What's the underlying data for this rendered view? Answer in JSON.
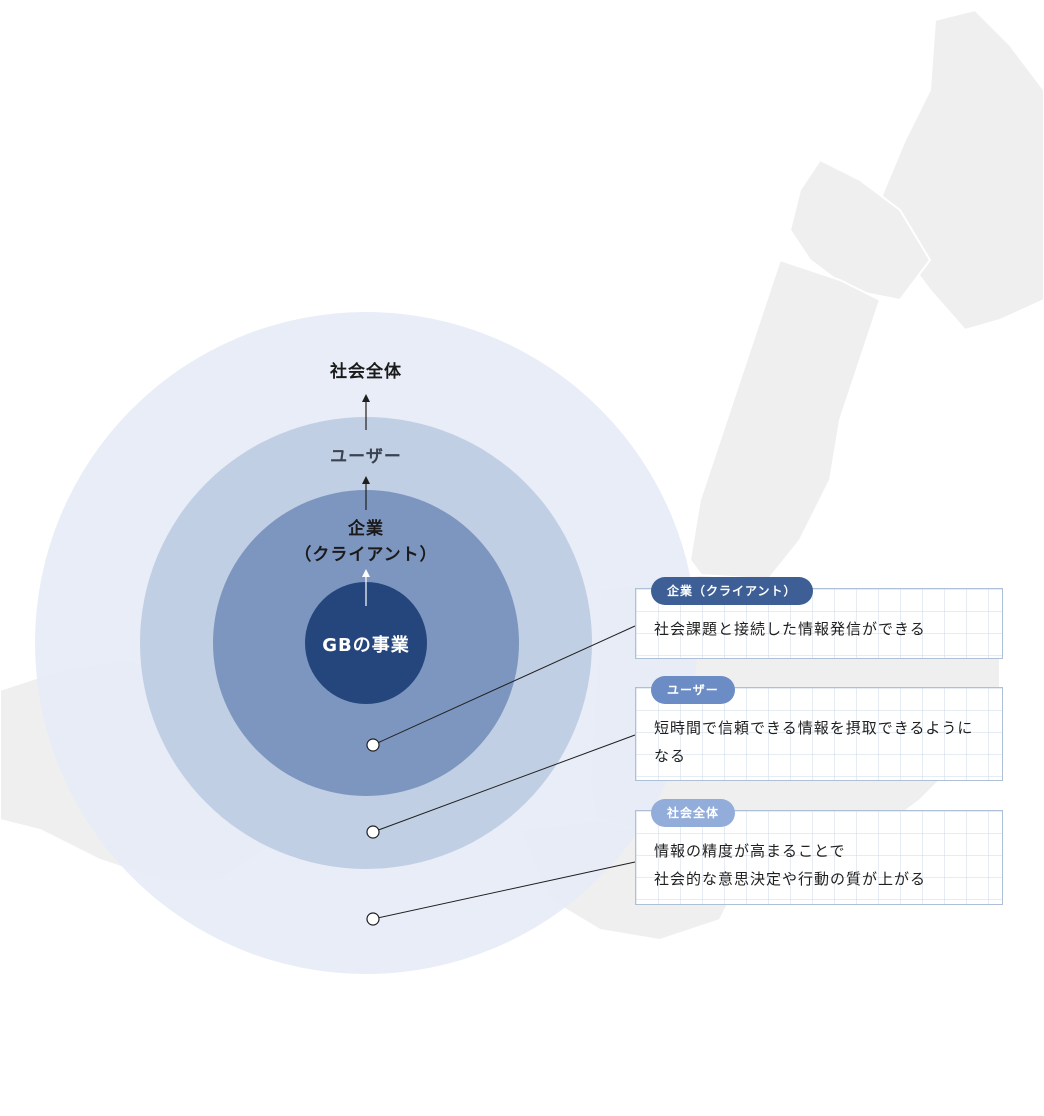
{
  "colors": {
    "outer_ring": "#e6ecf6",
    "middle_ring": "#c1cfe4",
    "inner_ring": "#7d96bf",
    "core": "#24467c",
    "pill_enterprise": "#3d5f96",
    "pill_user": "#6b8cc4",
    "pill_society": "#93addb",
    "map_land": "#efefef"
  },
  "diagram": {
    "society_label": "社会全体",
    "user_label": "ユーザー",
    "enterprise_label_line1": "企業",
    "enterprise_label_line2": "（クライアント）",
    "core_label": "GBの事業"
  },
  "cards": [
    {
      "tag": "企業（クライアント）",
      "text": "社会課題と接続した情報発信ができる"
    },
    {
      "tag": "ユーザー",
      "text": "短時間で信頼できる情報を摂取できるようになる"
    },
    {
      "tag": "社会全体",
      "text_line1": "情報の精度が高まることで",
      "text_line2": "社会的な意思決定や行動の質が上がる"
    }
  ]
}
